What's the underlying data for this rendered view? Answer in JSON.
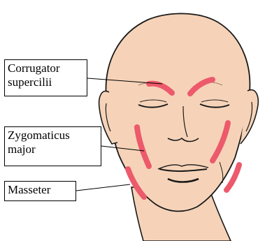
{
  "colors": {
    "skin": "#f6d3b8",
    "outline": "#1a1a1a",
    "muscle_highlight": "#ec5a6c",
    "label_border": "#000000",
    "background": "#ffffff"
  },
  "labels": {
    "corrugator": {
      "line1": "Corrugator",
      "line2": "supercilii"
    },
    "zygomaticus": {
      "line1": "Zygomaticus",
      "line2": "major"
    },
    "masseter": {
      "line1": "Masseter"
    }
  }
}
